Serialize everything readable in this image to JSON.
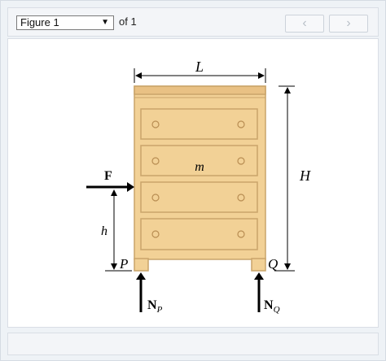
{
  "toolbar": {
    "figure_select_value": "Figure 1",
    "of_label": "of 1",
    "prev_label": "‹",
    "next_label": "›"
  },
  "figure": {
    "label_L": "L",
    "label_H": "H",
    "label_h": "h",
    "label_m": "m",
    "label_F": "F",
    "label_P": "P",
    "label_Q": "Q",
    "label_NP_main": "N",
    "label_NP_sub": "P",
    "label_NQ_main": "N",
    "label_NQ_sub": "Q"
  },
  "colors": {
    "wood": "#f2d196",
    "wood_dark": "#c9a46a",
    "wood_top": "#e9c184"
  }
}
